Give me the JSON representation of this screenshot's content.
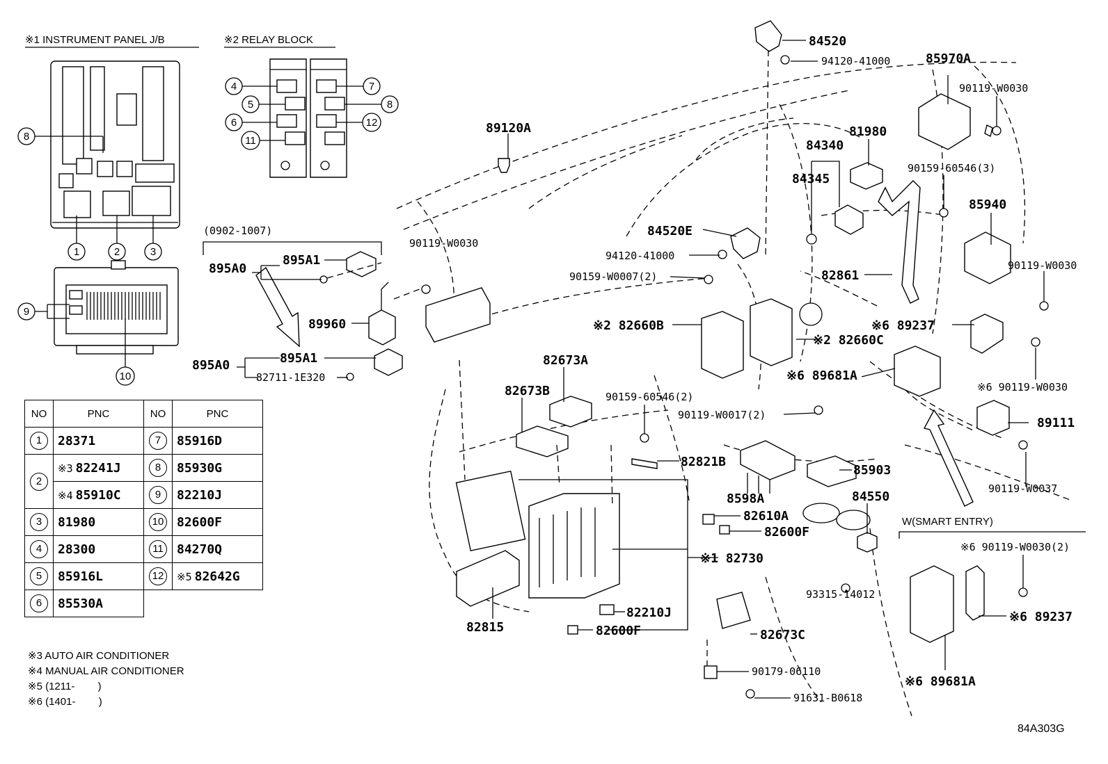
{
  "legend": {
    "jb_title": "※1 INSTRUMENT PANEL J/B",
    "relay_title": "※2 RELAY BLOCK",
    "date_range": "(0902-1007)",
    "smart_entry": "W(SMART ENTRY)",
    "diagram_code": "84A303G",
    "notes": [
      "※3 AUTO AIR CONDITIONER",
      "※4 MANUAL AIR CONDITIONER",
      "※5 (1211-        )",
      "※6 (1401-        )"
    ]
  },
  "circle_numbers": [
    "1",
    "2",
    "3",
    "4",
    "5",
    "6",
    "7",
    "8",
    "9",
    "10",
    "11",
    "12"
  ],
  "pnc_table": {
    "headers": [
      "NO",
      "PNC",
      "NO",
      "PNC"
    ],
    "left": [
      {
        "no": "1",
        "pnc": "28371"
      },
      {
        "no": "2",
        "pre": "※3",
        "pnc": "82241J"
      },
      {
        "no": "2",
        "pre": "※4",
        "pnc": "85910C"
      },
      {
        "no": "3",
        "pnc": "81980"
      },
      {
        "no": "4",
        "pnc": "28300"
      },
      {
        "no": "5",
        "pnc": "85916L"
      },
      {
        "no": "6",
        "pnc": "85530A"
      }
    ],
    "right": [
      {
        "no": "7",
        "pnc": "85916D"
      },
      {
        "no": "8",
        "pnc": "85930G"
      },
      {
        "no": "9",
        "pnc": "82210J"
      },
      {
        "no": "10",
        "pnc": "82600F"
      },
      {
        "no": "11",
        "pnc": "84270Q"
      },
      {
        "no": "12",
        "pre": "※5",
        "pnc": "82642G"
      }
    ]
  },
  "callouts": {
    "c84520": "84520",
    "c94120a": "94120-41000",
    "c85970a": "85970A",
    "c90119a": "90119-W0030",
    "c89120a": "89120A",
    "c84340": "84340",
    "c81980": "81980",
    "c84345": "84345",
    "c90159a": "90159-60546(3)",
    "c85940": "85940",
    "c84520e": "84520E",
    "c94120b": "94120-41000",
    "c90119b": "90119-W0030",
    "c90119c": "90119-W0030",
    "c895a0a": "895A0",
    "c895a1a": "895A1",
    "c90159b": "90159-W0007(2)",
    "c82861": "82861",
    "c89960": "89960",
    "c82660b": "※2 82660B",
    "c89237a": "※6 89237",
    "c82660c": "※2 82660C",
    "c895a0b": "895A0",
    "c895a1b": "895A1",
    "c82711": "82711-1E320",
    "c82673a": "82673A",
    "c89681a": "※6 89681A",
    "c90119d": "※6 90119-W0030",
    "c82673b": "82673B",
    "c90159c": "90159-60546(2)",
    "c90119e": "90119-W0017(2)",
    "c89111": "89111",
    "c82821b": "82821B",
    "c85903": "85903",
    "c8598a": "8598A",
    "c90119f": "90119-W0037",
    "c84550": "84550",
    "c82610a": "82610A",
    "c82600fa": "82600F",
    "c90119g": "※6 90119-W0030(2)",
    "c82730": "※1 82730",
    "c93315": "93315-14012",
    "c89237b": "※6 89237",
    "c82815": "82815",
    "c82210j": "82210J",
    "c82673c": "82673C",
    "c82600fb": "82600F",
    "c90179": "90179-06110",
    "c89681b": "※6 89681A",
    "c91631": "91631-B0618"
  }
}
